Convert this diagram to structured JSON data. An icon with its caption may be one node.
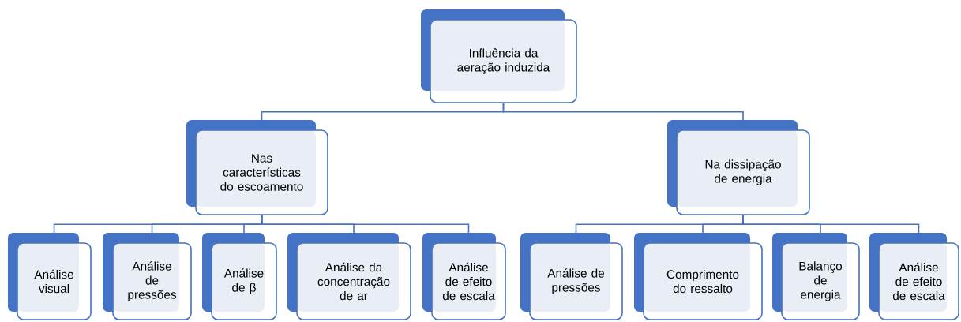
{
  "diagram": {
    "nodes": [
      {
        "text": [
          "Influência da aeração induzida"
        ]
      },
      {
        "text": [
          "Nas características do escoamento"
        ]
      },
      {
        "text": [
          "Na dissipação de energia"
        ]
      },
      {
        "text": [
          "Análise visual"
        ]
      },
      {
        "text": [
          "Análise de pressões"
        ]
      },
      {
        "text": [
          "Análise de β"
        ]
      },
      {
        "text": [
          "Análise da concentração de ar"
        ]
      },
      {
        "text": [
          "Análise de efeito de escala"
        ]
      },
      {
        "text": [
          "Análise de pressões"
        ]
      },
      {
        "text": [
          "Comprimento do ressalto"
        ]
      },
      {
        "text": [
          "Balanço de energia"
        ]
      },
      {
        "text": [
          "Análise de efeito de escala"
        ]
      }
    ],
    "edges": [
      {
        "from": 0,
        "to": 1,
        "arrow": "none"
      },
      {
        "from": 0,
        "to": 2,
        "arrow": "none"
      },
      {
        "from": 1,
        "to": 3,
        "arrow": "none"
      },
      {
        "from": 1,
        "to": 4,
        "arrow": "none"
      },
      {
        "from": 1,
        "to": 5,
        "arrow": "none"
      },
      {
        "from": 1,
        "to": 6,
        "arrow": "none"
      },
      {
        "from": 1,
        "to": 7,
        "arrow": "none"
      },
      {
        "from": 2,
        "to": 8,
        "arrow": "none"
      },
      {
        "from": 2,
        "to": 9,
        "arrow": "none"
      },
      {
        "from": 2,
        "to": 10,
        "arrow": "none"
      },
      {
        "from": 2,
        "to": 11,
        "arrow": "none"
      }
    ]
  }
}
